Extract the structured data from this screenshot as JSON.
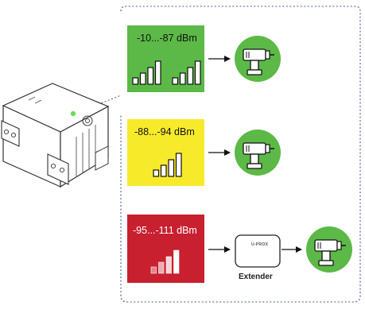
{
  "panels": [
    {
      "id": "strong",
      "range_label": "-10...-87 dBm",
      "bars_shown": 2,
      "color": "#5cb947",
      "text_color": "#111111",
      "bar_style": "outline"
    },
    {
      "id": "medium",
      "range_label": "-88...-94 dBm",
      "bars_shown": 1,
      "color": "#f7ea2a",
      "text_color": "#111111",
      "bar_style": "outline"
    },
    {
      "id": "weak",
      "range_label": "-95...-111 dBm",
      "bars_shown": 1,
      "color": "#c8202f",
      "text_color": "#ffffff",
      "bar_style": "white"
    }
  ],
  "extender": {
    "label": "Extender",
    "logo": "U-PROX"
  },
  "icons": {
    "device": "relay-module-icon",
    "tool": "drill-icon",
    "arrow": "arrow-right-icon"
  },
  "colors": {
    "icon_circle": "#5cb947",
    "border": "#4a5890",
    "led": "#6ddc5a"
  }
}
